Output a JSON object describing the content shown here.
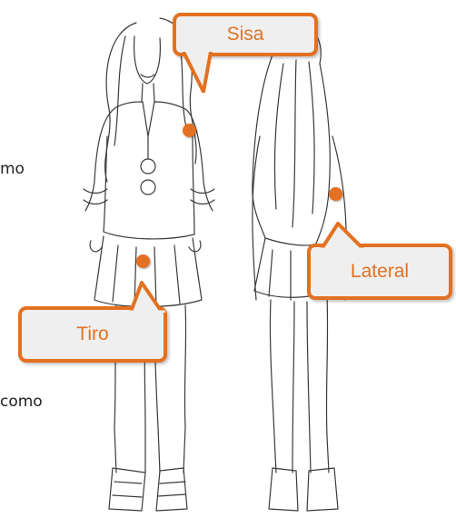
{
  "side_text": {
    "line1": "mo",
    "line2": "como"
  },
  "callouts": {
    "sisa": "Sisa",
    "lateral": "Lateral",
    "tiro": "Tiro"
  },
  "colors": {
    "accent": "#e37122",
    "callout_bg": "#efefef",
    "line": "#3a3a3a"
  }
}
